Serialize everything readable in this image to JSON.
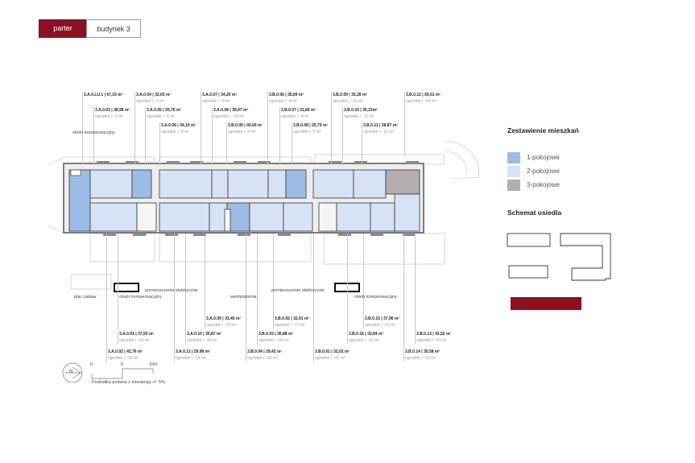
{
  "header": {
    "floor_tab": "parter",
    "building_tab": "budynek 3"
  },
  "units_top": [
    {
      "name": "3.A.0.LU.1 | 67,15 m²",
      "garden": ""
    },
    {
      "name": "3.A.0.04 | 32,03 m²",
      "garden": "ogródek | ~7 m²"
    },
    {
      "name": "3.A.0.07 | 34,20 m²",
      "garden": "ogródek | ~8 m²"
    },
    {
      "name": "3.B.0.06 | 35,69 m²",
      "garden": "ogródek | ~9 m²"
    },
    {
      "name": "3.B.0.09 | 35,28 m²",
      "garden": "ogródek | ~10 m²"
    },
    {
      "name": "3.B.0.12 | 50,51 m²",
      "garden": "ogródek | ~54 m²"
    },
    {
      "name": "3.A.0.03 | 38,98 m²",
      "garden": "ogródek | ~7 m²"
    },
    {
      "name": "3.A.0.05 | 25,76 m²",
      "garden": "ogródek | ~5 m²"
    },
    {
      "name": "3.A.0.08 | 39,47 m²",
      "garden": "ogródek | ~10 m²"
    },
    {
      "name": "3.B.0.07 | 31,89 m²",
      "garden": "ogródek | ~8 m²"
    },
    {
      "name": "3.B.0.10 | 35,15m²",
      "garden": "ogródek | ~11 m²"
    },
    {
      "name": "3.A.0.06 | 34,19 m²",
      "garden": "ogródek | ~8 m²"
    },
    {
      "name": "3.B.0.05 | 40,00 m²",
      "garden": "ogródek | ~9 m²"
    },
    {
      "name": "3.B.0.08 | 25,79 m²",
      "garden": "ogródek | ~5 m²"
    },
    {
      "name": "3.B.0.11 | 38,87 m²",
      "garden": "ogródek | ~12 m²"
    }
  ],
  "units_bottom": [
    {
      "name": "3.A.0.09 | 33,40 m²",
      "garden": "ogródek | ~19 m²"
    },
    {
      "name": "3.B.0.02 | 32,91 m²",
      "garden": "ogródek | ~17 m²"
    },
    {
      "name": "3.B.0.15 | 37,96 m²",
      "garden": "ogródek | ~21 m²"
    },
    {
      "name": "3.A.0.01 | 37,55 m²",
      "garden": "ogródek | ~31 m²"
    },
    {
      "name": "3.A.0.10 | 35,87 m²",
      "garden": "ogródek | ~20 m²"
    },
    {
      "name": "3.B.0.03 | 35,88 m²",
      "garden": "ogródek | ~20 m²"
    },
    {
      "name": "3.B.0.16 | 32,84 m²",
      "garden": "ogródek | ~29 m²"
    },
    {
      "name": "3.B.0.13 | 42,52 m²",
      "garden": "ogródek | ~51 m²"
    },
    {
      "name": "3.A.0.02 | 42,76 m²",
      "garden": "ogródek | ~19 m²"
    },
    {
      "name": "3.A.0.11 | 29,98 m²",
      "garden": "ogródek | ~18 m²"
    },
    {
      "name": "3.B.0.04 | 29,42 m²",
      "garden": "ogródek | ~20 m²"
    },
    {
      "name": "3.B.0.01 | 32,02 m²",
      "garden": "ogródek | ~17 m²"
    },
    {
      "name": "3.B.0.14 | 35,58 m²",
      "garden": "ogródek | ~19 m²"
    }
  ],
  "notes": {
    "comp_top": "otwór kompensacyjny",
    "playground": "plac zabaw",
    "comp_left": "otwór kompensacyjny",
    "elec_left": "pomieszczenie elektryczne",
    "vent": "wentylatornia",
    "elec_right": "pomieszczenie elektryczne",
    "comp_right": "otwór kompensacyjny"
  },
  "scale": {
    "t0": "0",
    "t5": "5",
    "t10": "10m",
    "north": "N",
    "tolerance": "Podziałka podana z tolerancją +/- 5%"
  },
  "legend": {
    "title": "Zestawienie mieszkań",
    "items": [
      {
        "label": "1-pokojowe",
        "color": "#9dbde6"
      },
      {
        "label": "2-pokojowe",
        "color": "#d6e3f6"
      },
      {
        "label": "3-pokojowe",
        "color": "#b5adb0"
      }
    ],
    "schema_title": "Schemat osiedla",
    "highlight_color": "#8c0f22"
  }
}
